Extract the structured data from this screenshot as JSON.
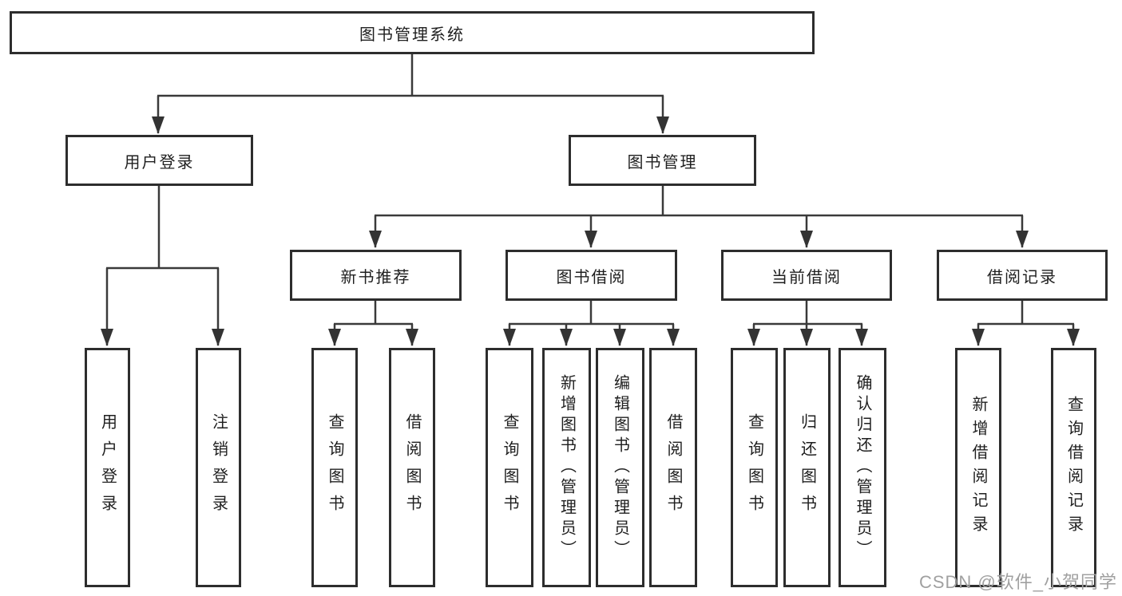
{
  "tree": {
    "root": "图书管理系统",
    "children": [
      {
        "label": "用户登录",
        "children": [
          "用户登录",
          "注销登录"
        ]
      },
      {
        "label": "图书管理",
        "children": [
          {
            "label": "新书推荐",
            "children": [
              "查询图书",
              "借阅图书"
            ]
          },
          {
            "label": "图书借阅",
            "children": [
              "查询图书",
              "新增图书（管理员）",
              "编辑图书（管理员）",
              "借阅图书"
            ]
          },
          {
            "label": "当前借阅",
            "children": [
              "查询图书",
              "归还图书",
              "确认归还（管理员）"
            ]
          },
          {
            "label": "借阅记录",
            "children": [
              "新增借阅记录",
              "查询借阅记录"
            ]
          }
        ]
      }
    ]
  },
  "watermark": "CSDN @软件_小贺同学",
  "colors": {
    "background": "#ffffff",
    "border": "#2d2d2d",
    "line": "#3a3a3a",
    "text": "#1f1f1f",
    "watermark": "#a0a0a0"
  }
}
